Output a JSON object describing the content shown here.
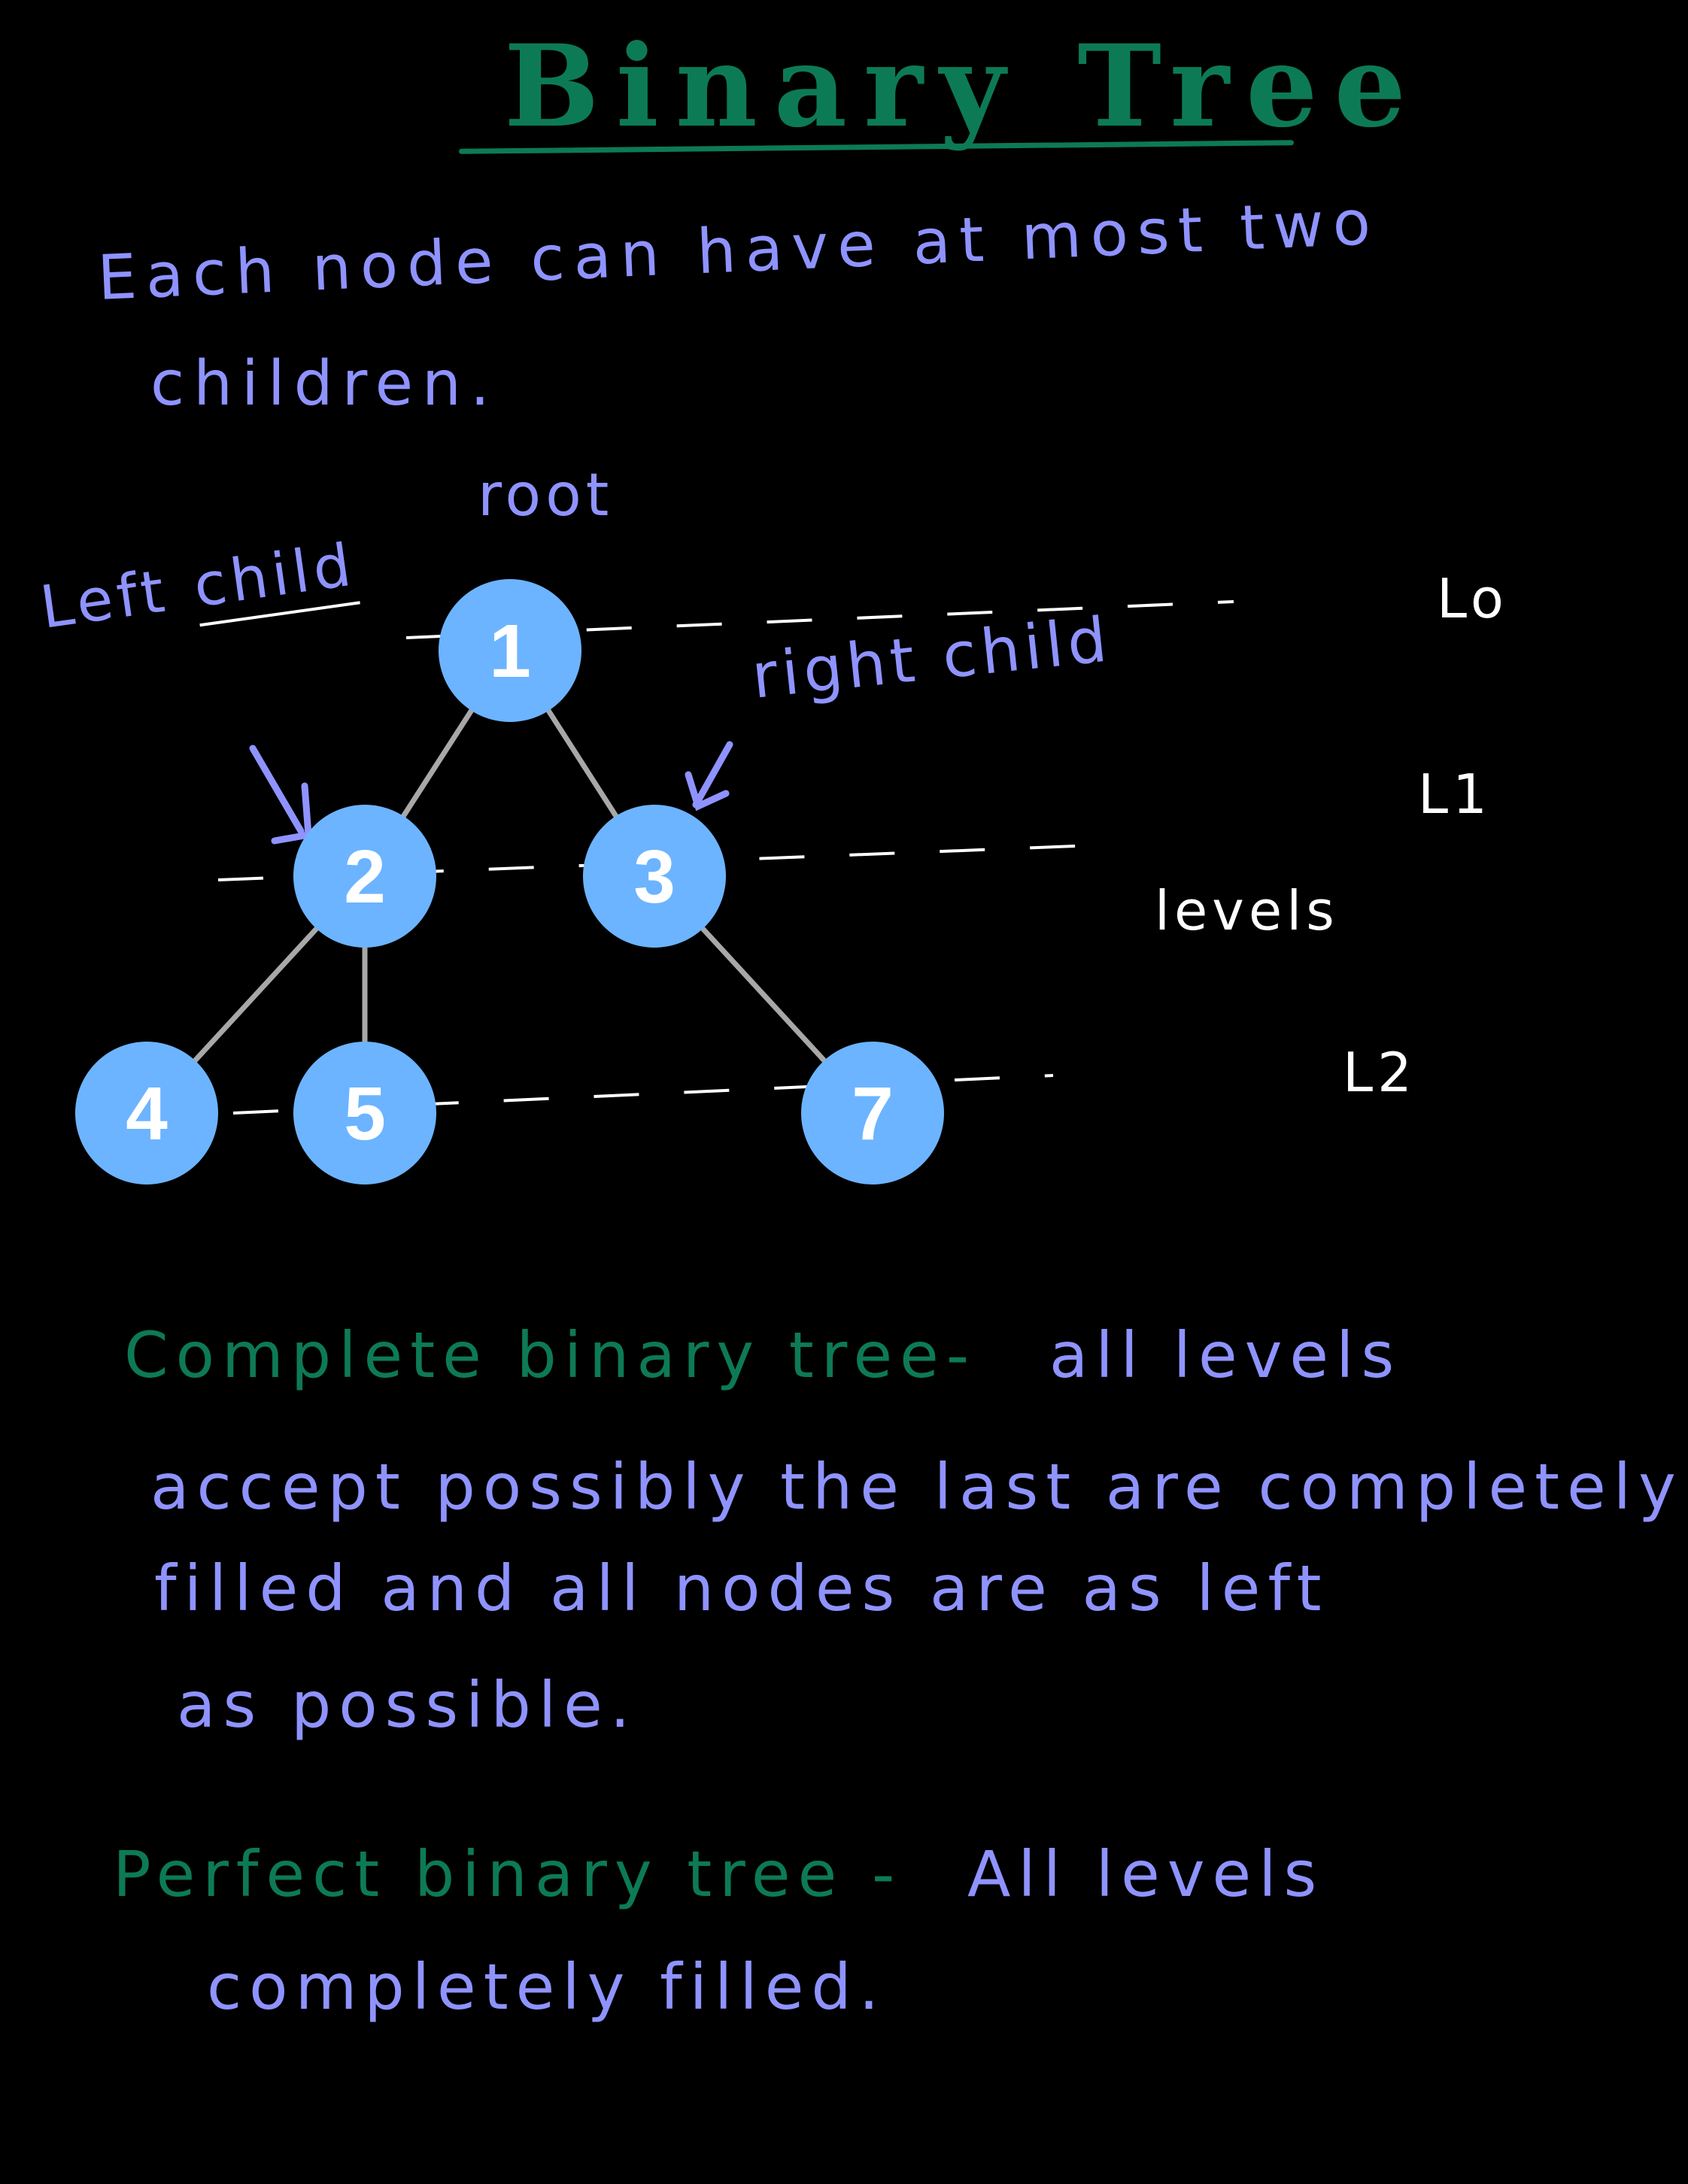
{
  "title": "Binary Tree",
  "intro": {
    "line1": "Each node can have at most two",
    "line2": "children."
  },
  "labels": {
    "root": "root",
    "left_child_word1": "Left",
    "left_child_word2": "child",
    "right_child": "right child",
    "levels": "levels"
  },
  "levels": [
    {
      "label": "Lo"
    },
    {
      "label": "L1"
    },
    {
      "label": "L2"
    }
  ],
  "tree": {
    "node_color": "#6cb4ff",
    "edge_color": "#a8a8a8",
    "nodes": [
      {
        "value": "1",
        "level": 0
      },
      {
        "value": "2",
        "level": 1
      },
      {
        "value": "3",
        "level": 1
      },
      {
        "value": "4",
        "level": 2
      },
      {
        "value": "5",
        "level": 2
      },
      {
        "value": "7",
        "level": 2
      }
    ],
    "edges": [
      [
        "1",
        "2"
      ],
      [
        "1",
        "3"
      ],
      [
        "2",
        "4"
      ],
      [
        "2",
        "5"
      ],
      [
        "3",
        "7"
      ]
    ]
  },
  "complete": {
    "term": "Complete binary tree-",
    "line1_rest": "all levels",
    "line2": "accept possibly the last are completely",
    "line3": "filled and all nodes are as left",
    "line4": "as possible."
  },
  "perfect": {
    "term": "Perfect binary tree -",
    "line1_rest": "All levels",
    "line2": "completely filled."
  },
  "colors": {
    "background": "#000000",
    "heading_green": "#0d7a56",
    "text_lavender": "#8f93ff",
    "annotation_white": "#ffffff"
  }
}
